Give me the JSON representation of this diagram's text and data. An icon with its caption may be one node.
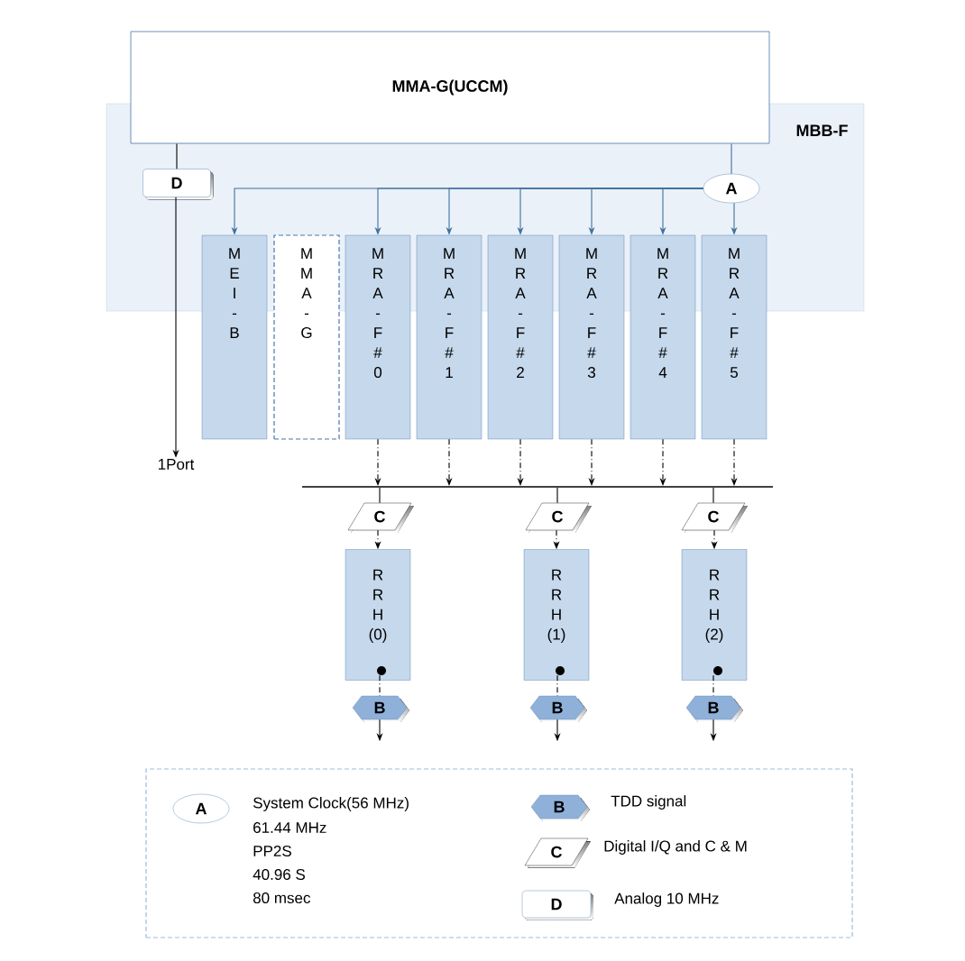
{
  "diagram": {
    "nodes": [
      {
        "text": [
          "MBB-F"
        ]
      },
      {
        "text": [
          "MMA-G(UCCM)"
        ]
      },
      {
        "text": [
          "D"
        ],
        "in": 0
      },
      {
        "text": [
          "A"
        ],
        "in": 0
      },
      {
        "text": [
          "M E I - B"
        ]
      },
      {
        "text": [
          "M M A - G"
        ]
      },
      {
        "text": [
          "M R A - F # 0"
        ]
      },
      {
        "text": [
          "M R A - F # 1"
        ]
      },
      {
        "text": [
          "M R A - F # 2"
        ]
      },
      {
        "text": [
          "M R A - F # 3"
        ]
      },
      {
        "text": [
          "M R A - F # 4"
        ]
      },
      {
        "text": [
          "M R A - F # 5"
        ]
      },
      {
        "text": [],
        "shape": "bar"
      },
      {
        "text": [
          "C"
        ]
      },
      {
        "text": [
          "C"
        ]
      },
      {
        "text": [
          "C"
        ]
      },
      {
        "text": [
          "R R H (0)"
        ]
      },
      {
        "text": [
          "R R H (1)"
        ]
      },
      {
        "text": [
          "R R H (2)"
        ]
      },
      {
        "text": [
          "B"
        ]
      },
      {
        "text": [
          "B"
        ]
      },
      {
        "text": [
          "B"
        ]
      },
      {
        "text": [
          "1Port"
        ]
      },
      {
        "text": [],
        "shape": "box"
      },
      {
        "text": [
          "A"
        ],
        "in": 23,
        "beside": [
          "System Clock(56 MHz)",
          "61.44 MHz",
          "PP2S",
          "40.96 S",
          "80 msec"
        ]
      },
      {
        "text": [
          "B"
        ],
        "in": 23,
        "beside": [
          "TDD signal"
        ]
      },
      {
        "text": [
          "C"
        ],
        "in": 23,
        "beside": [
          "Digital I/Q and C & M"
        ]
      },
      {
        "text": [
          "D"
        ],
        "in": 23,
        "beside": [
          "Analog 10 MHz"
        ]
      },
      {
        "text": [],
        "shape": "circle",
        "in": 16
      },
      {
        "text": [],
        "shape": "circle",
        "in": 17
      },
      {
        "text": [],
        "shape": "circle",
        "in": 18
      }
    ],
    "edges": [
      {
        "from": 1,
        "to": 2,
        "arrow": "none"
      },
      {
        "from": 2,
        "to": 22,
        "arrow": "to"
      },
      {
        "from": 1,
        "to": 3,
        "arrow": "none",
        "color": "#41719c"
      },
      {
        "from": 3,
        "to": 4,
        "arrow": "to",
        "color": "#41719c"
      },
      {
        "from": 3,
        "to": 6,
        "arrow": "to",
        "color": "#41719c"
      },
      {
        "from": 3,
        "to": 7,
        "arrow": "to",
        "color": "#41719c"
      },
      {
        "from": 3,
        "to": 8,
        "arrow": "to",
        "color": "#41719c"
      },
      {
        "from": 3,
        "to": 9,
        "arrow": "to",
        "color": "#41719c"
      },
      {
        "from": 3,
        "to": 10,
        "arrow": "to",
        "color": "#41719c"
      },
      {
        "from": 3,
        "to": 11,
        "arrow": "to",
        "color": "#41719c"
      },
      {
        "from": 6,
        "to": 12,
        "arrow": "to",
        "style": "dashed"
      },
      {
        "from": 7,
        "to": 12,
        "arrow": "to",
        "style": "dashed"
      },
      {
        "from": 8,
        "to": 12,
        "arrow": "to",
        "style": "dashed"
      },
      {
        "from": 9,
        "to": 12,
        "arrow": "to",
        "style": "dashed"
      },
      {
        "from": 10,
        "to": 12,
        "arrow": "to",
        "style": "dashed"
      },
      {
        "from": 11,
        "to": 12,
        "arrow": "to",
        "style": "dashed"
      },
      {
        "from": 12,
        "to": 13,
        "arrow": "none"
      },
      {
        "from": 12,
        "to": 14,
        "arrow": "none"
      },
      {
        "from": 12,
        "to": 15,
        "arrow": "none"
      },
      {
        "from": 13,
        "to": 16,
        "arrow": "to",
        "style": "dashed"
      },
      {
        "from": 14,
        "to": 17,
        "arrow": "to",
        "style": "dashed"
      },
      {
        "from": 15,
        "to": 18,
        "arrow": "to",
        "style": "dashed"
      },
      {
        "from": 28,
        "to": 19,
        "arrow": "none",
        "style": "dashed"
      },
      {
        "from": 29,
        "to": 20,
        "arrow": "none",
        "style": "dashed"
      },
      {
        "from": 30,
        "to": 21,
        "arrow": "none",
        "style": "dashed"
      },
      {
        "from": 19,
        "to": null,
        "arrow": "to"
      },
      {
        "from": 20,
        "to": null,
        "arrow": "to"
      },
      {
        "from": 21,
        "to": null,
        "arrow": "to"
      }
    ]
  }
}
